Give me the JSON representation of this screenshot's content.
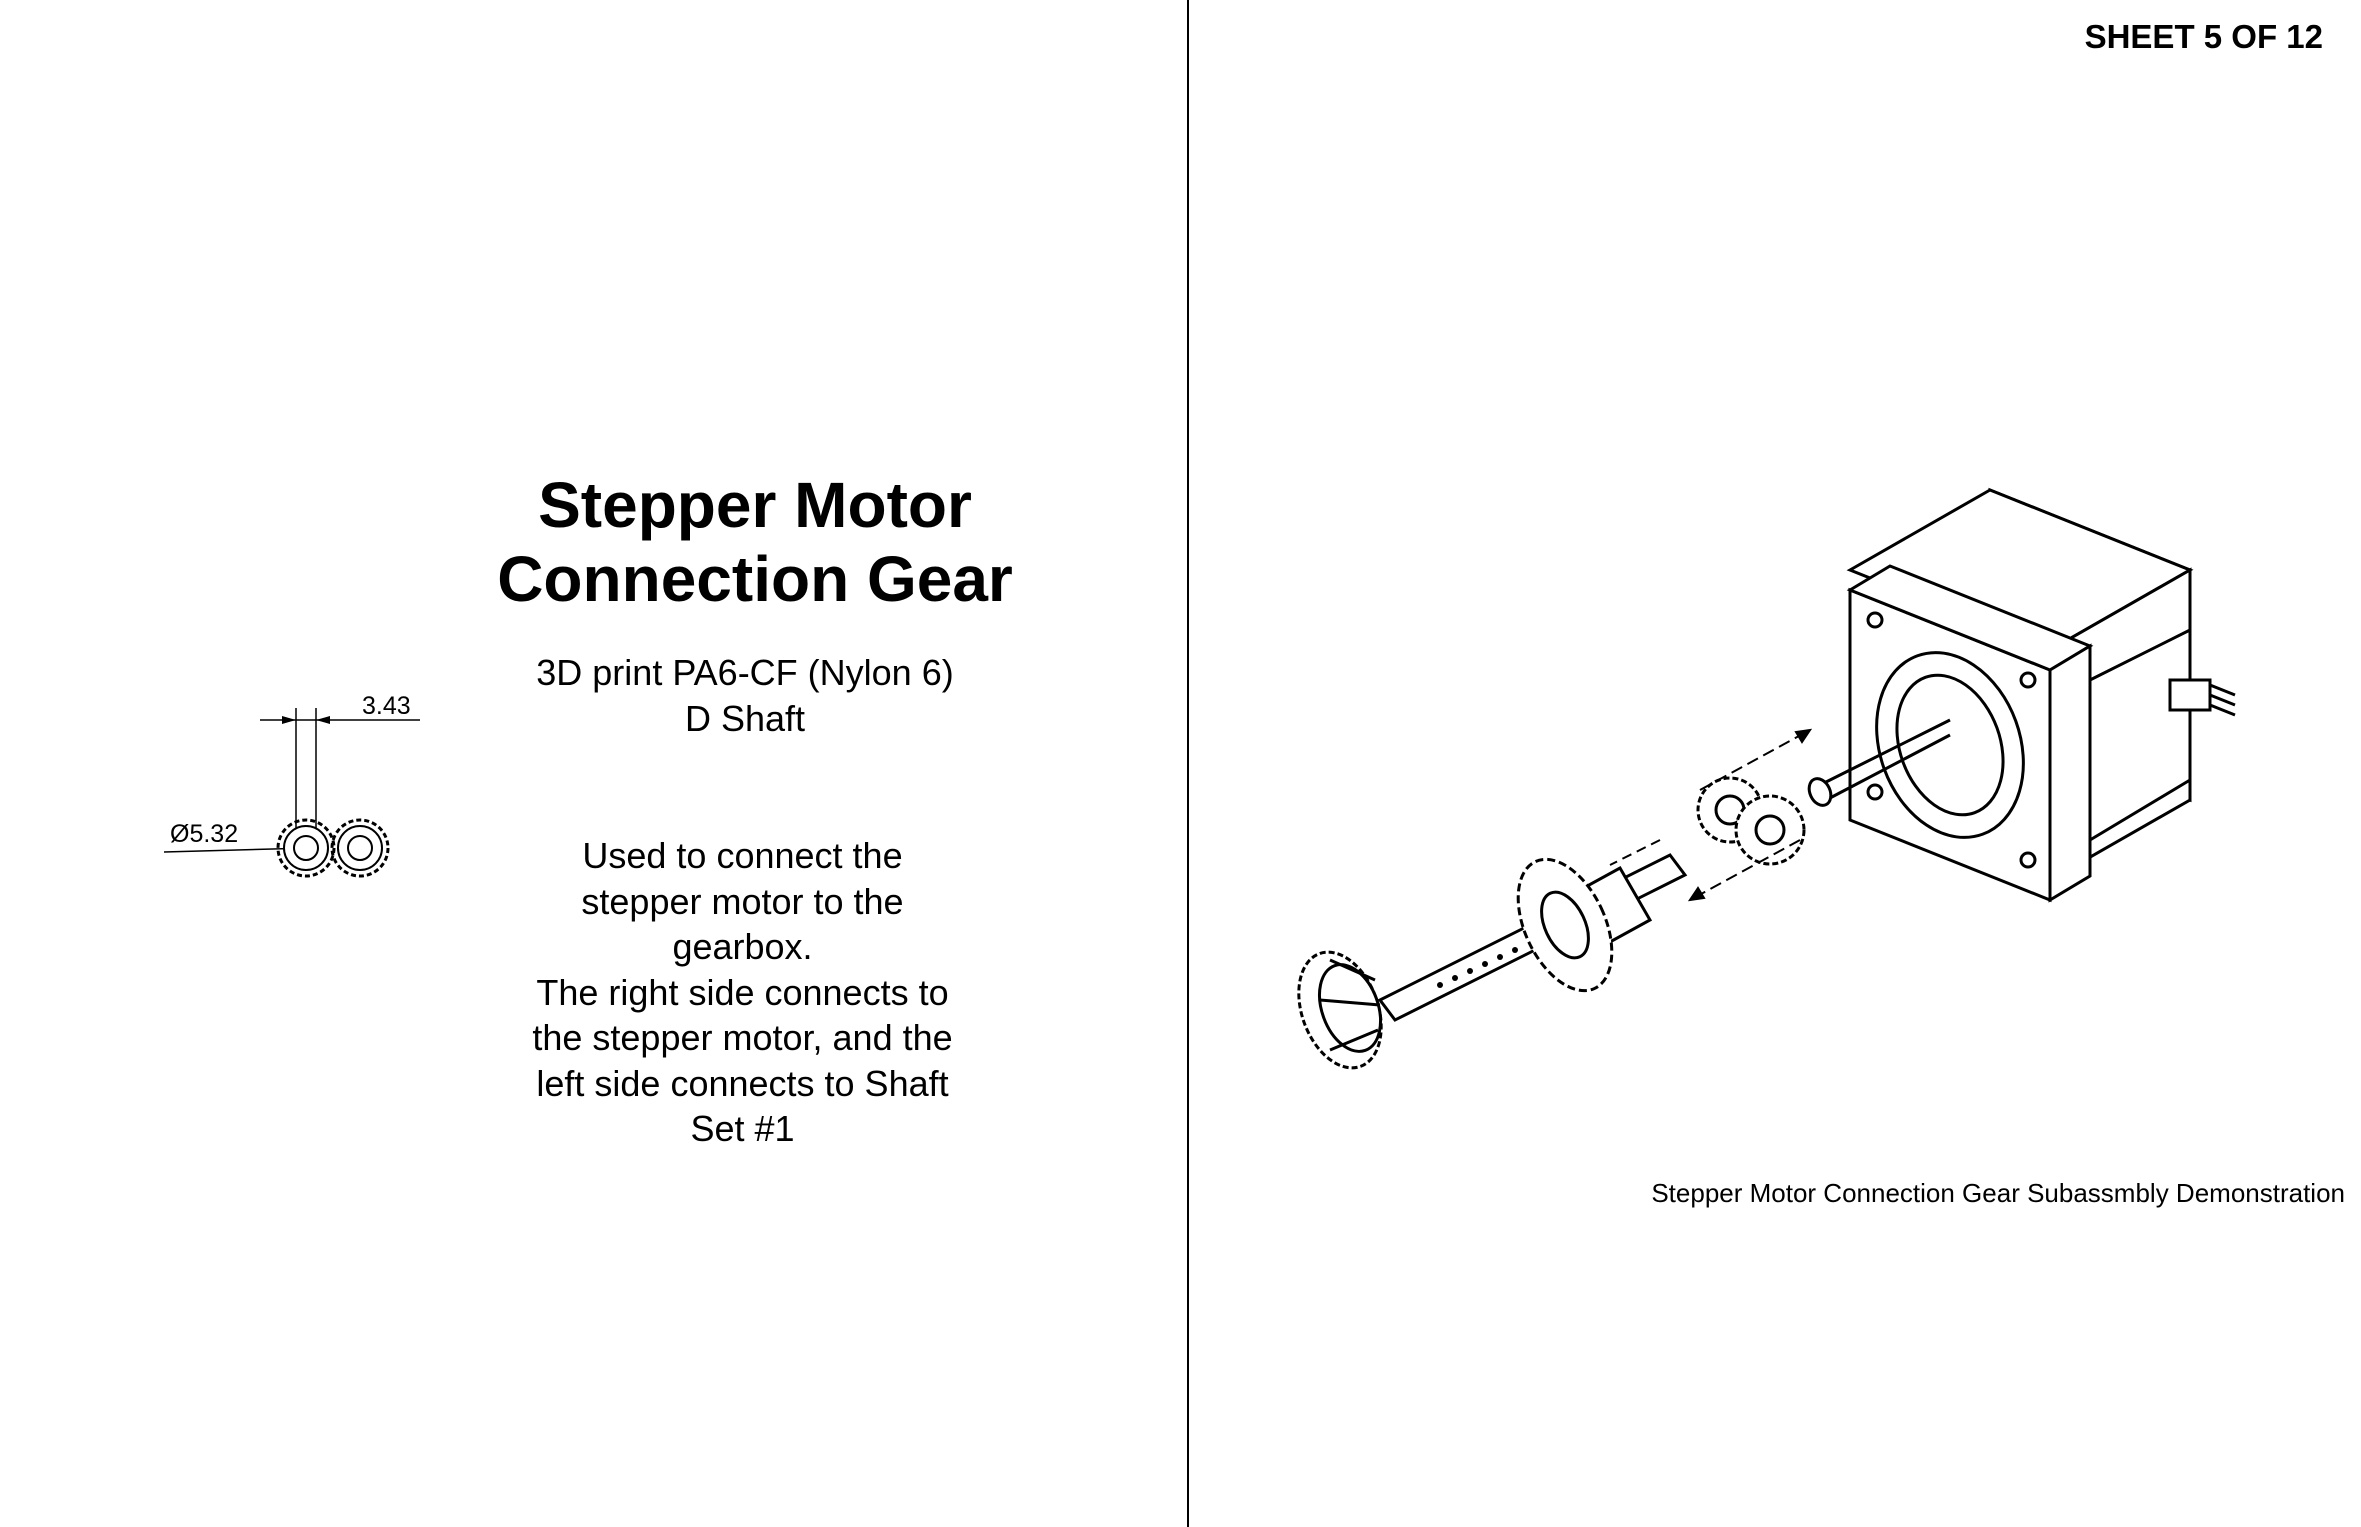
{
  "sheet": {
    "label": "SHEET 5 OF 12"
  },
  "part": {
    "title_line1": "Stepper Motor",
    "title_line2": "Connection Gear",
    "material": "3D print PA6-CF (Nylon 6)",
    "shaft_type": "D Shaft",
    "description": [
      "Used to connect the",
      "stepper motor to the",
      "gearbox.",
      "The right side connects to",
      "the stepper motor, and the",
      "left side connects to Shaft",
      "Set #1"
    ]
  },
  "dimensions": {
    "width": "3.43",
    "diameter": "Ø5.32"
  },
  "assembly": {
    "caption": "Stepper Motor Connection Gear Subassmbly Demonstration"
  }
}
